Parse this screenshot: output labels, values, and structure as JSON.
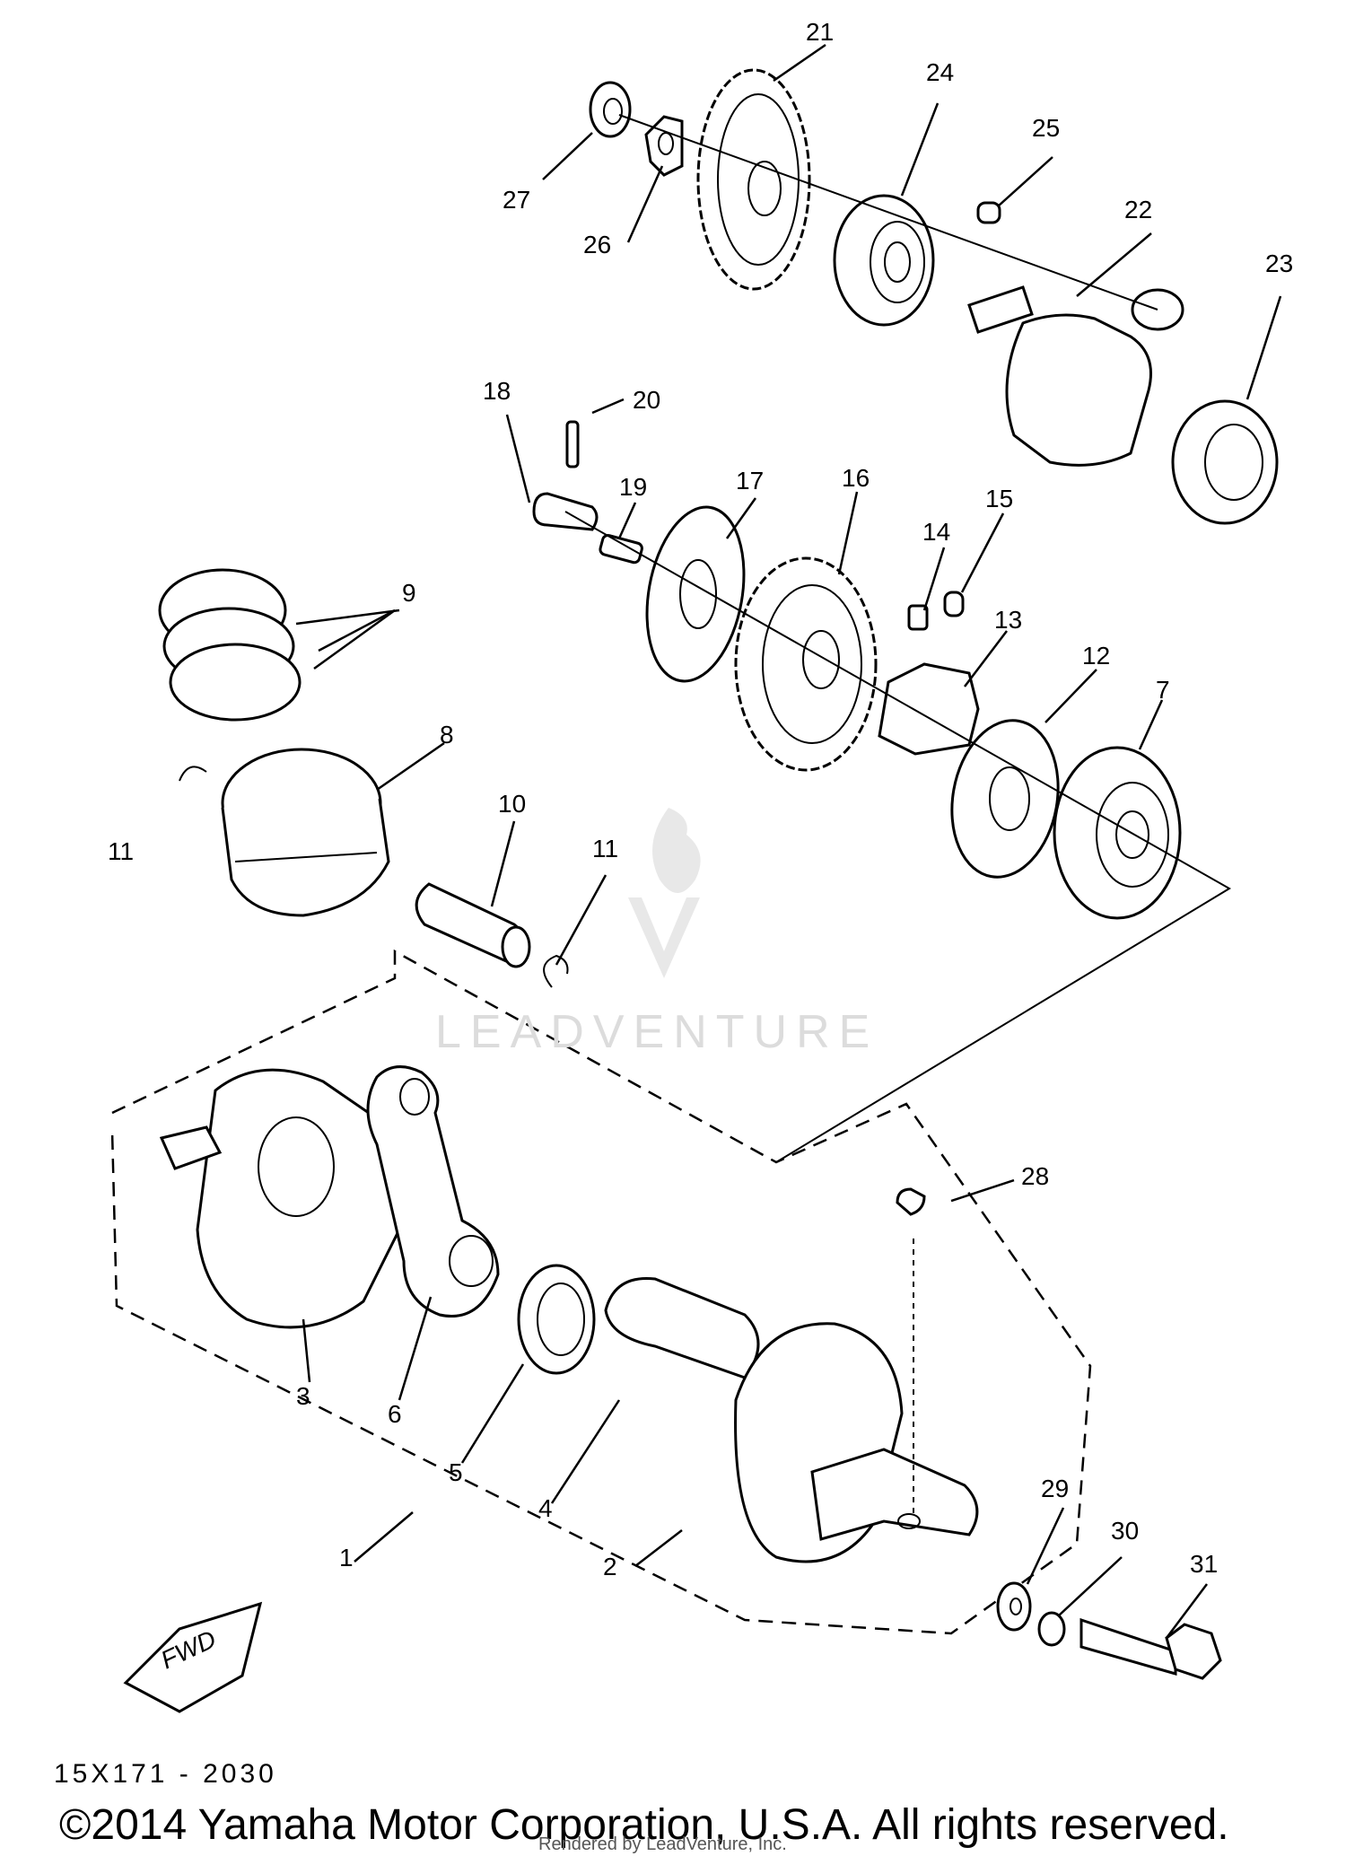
{
  "diagram": {
    "callouts": [
      "1",
      "2",
      "3",
      "4",
      "5",
      "6",
      "7",
      "8",
      "9",
      "10",
      "11",
      "11",
      "12",
      "13",
      "14",
      "15",
      "16",
      "17",
      "18",
      "19",
      "20",
      "21",
      "22",
      "23",
      "24",
      "25",
      "26",
      "27",
      "28",
      "29",
      "30",
      "31"
    ],
    "fwd_label": "FWD",
    "drawing_code": "15X171 - 2030",
    "watermark_text": "LEADVENTURE",
    "watermark_color": "#d9d9d9"
  },
  "footer": {
    "copyright": "©2014 Yamaha Motor Corporation, U.S.A. All rights reserved.",
    "rendered_by": "Rendered by LeadVenture, Inc."
  }
}
